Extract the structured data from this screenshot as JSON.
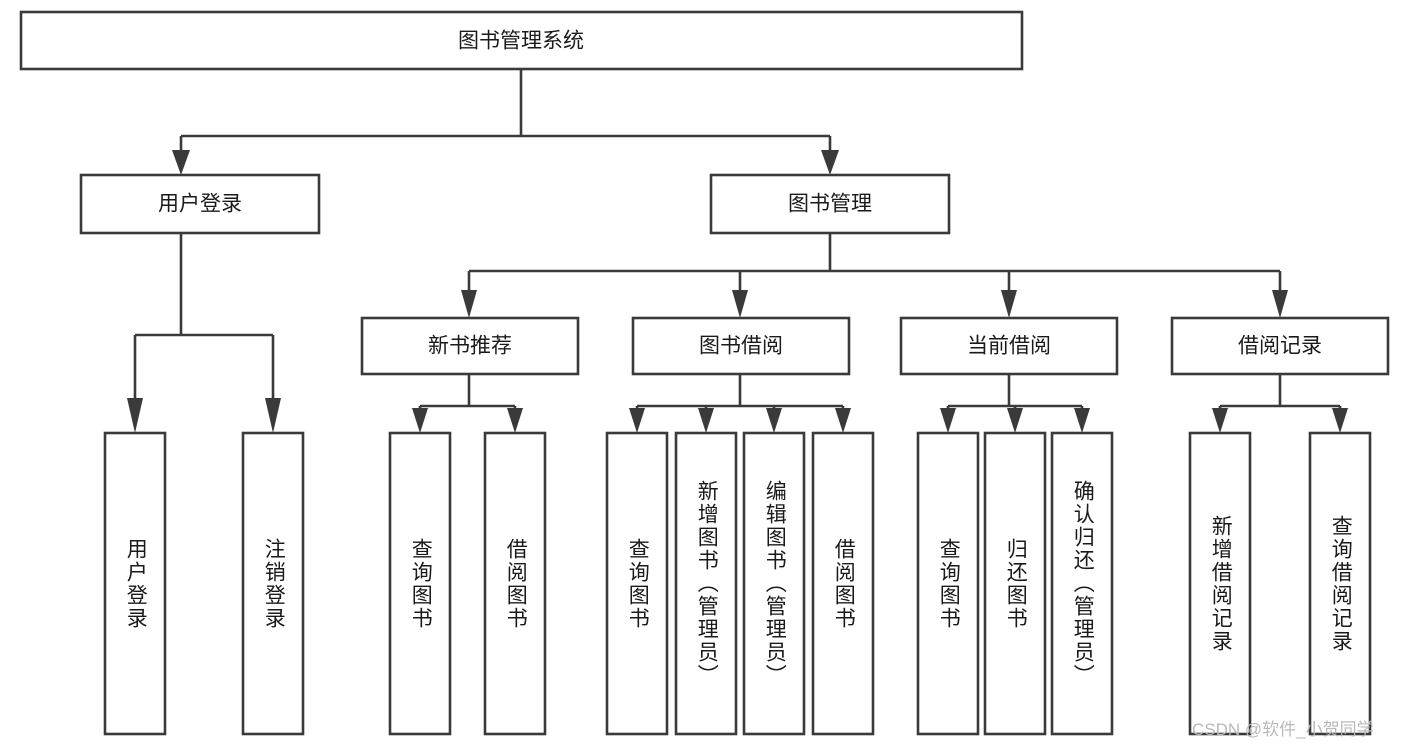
{
  "diagram": {
    "title": "图书管理系统",
    "type": "tree",
    "orientation": "top-down",
    "colors": {
      "box_fill": "#ffffff",
      "box_stroke": "#3a3a3a",
      "text": "#1a1a1a",
      "background": "#ffffff",
      "watermark": "#b9b9b9"
    },
    "root": {
      "id": "root",
      "label": "图书管理系统",
      "orientation": "horizontal"
    },
    "level2": [
      {
        "id": "user-login",
        "label": "用户登录",
        "orientation": "horizontal"
      },
      {
        "id": "book-management",
        "label": "图书管理",
        "orientation": "horizontal"
      }
    ],
    "level3": [
      {
        "id": "new-book-recommend",
        "label": "新书推荐",
        "orientation": "horizontal",
        "parent": "book-management"
      },
      {
        "id": "book-borrow",
        "label": "图书借阅",
        "orientation": "horizontal",
        "parent": "book-management"
      },
      {
        "id": "current-borrow",
        "label": "当前借阅",
        "orientation": "horizontal",
        "parent": "book-management"
      },
      {
        "id": "borrow-record",
        "label": "借阅记录",
        "orientation": "horizontal",
        "parent": "book-management"
      }
    ],
    "leaves": [
      {
        "id": "leaf-user-login",
        "label": "用户登录",
        "orientation": "vertical",
        "parent": "user-login"
      },
      {
        "id": "leaf-user-logout",
        "label": "注销登录",
        "orientation": "vertical",
        "parent": "user-login"
      },
      {
        "id": "leaf-query-book-1",
        "label": "查询图书",
        "orientation": "vertical",
        "parent": "new-book-recommend"
      },
      {
        "id": "leaf-borrow-book-1",
        "label": "借阅图书",
        "orientation": "vertical",
        "parent": "new-book-recommend"
      },
      {
        "id": "leaf-query-book-2",
        "label": "查询图书",
        "orientation": "vertical",
        "parent": "book-borrow"
      },
      {
        "id": "leaf-add-book",
        "label": "新增图书（管理员）",
        "orientation": "vertical",
        "parent": "book-borrow"
      },
      {
        "id": "leaf-edit-book",
        "label": "编辑图书（管理员）",
        "orientation": "vertical",
        "parent": "book-borrow"
      },
      {
        "id": "leaf-borrow-book-2",
        "label": "借阅图书",
        "orientation": "vertical",
        "parent": "book-borrow"
      },
      {
        "id": "leaf-query-book-3",
        "label": "查询图书",
        "orientation": "vertical",
        "parent": "current-borrow"
      },
      {
        "id": "leaf-return-book",
        "label": "归还图书",
        "orientation": "vertical",
        "parent": "current-borrow"
      },
      {
        "id": "leaf-confirm-return",
        "label": "确认归还（管理员）",
        "orientation": "vertical",
        "parent": "current-borrow"
      },
      {
        "id": "leaf-add-record",
        "label": "新增借阅记录",
        "orientation": "vertical",
        "parent": "borrow-record"
      },
      {
        "id": "leaf-query-record",
        "label": "查询借阅记录",
        "orientation": "vertical",
        "parent": "borrow-record"
      }
    ],
    "watermark": "CSDN @软件_小贺同学"
  }
}
